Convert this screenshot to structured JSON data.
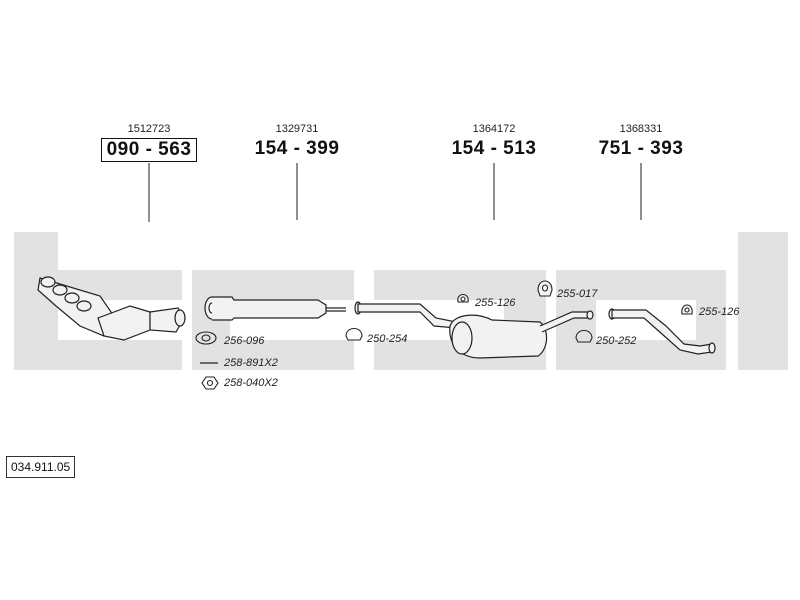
{
  "parts": [
    {
      "ref": "1512723",
      "number": "090 - 563",
      "boxed": true
    },
    {
      "ref": "1329731",
      "number": "154 - 399",
      "boxed": false
    },
    {
      "ref": "1364172",
      "number": "154 - 513",
      "boxed": false
    },
    {
      "ref": "1368331",
      "number": "751 - 393",
      "boxed": false
    }
  ],
  "fittings": {
    "gasket": "256-096",
    "bolt": "258-891X2",
    "nut": "258-040X2",
    "clamp_1": "250-254",
    "rubber_mount_1": "255-126",
    "hanger": "255-017",
    "clamp_2": "250-252",
    "rubber_mount_2": "255-126"
  },
  "catalog_number": "034.911.05",
  "colors": {
    "logo_watermark": "#e2e2e2",
    "line": "#222222",
    "part_fill": "#f2f2f2"
  }
}
